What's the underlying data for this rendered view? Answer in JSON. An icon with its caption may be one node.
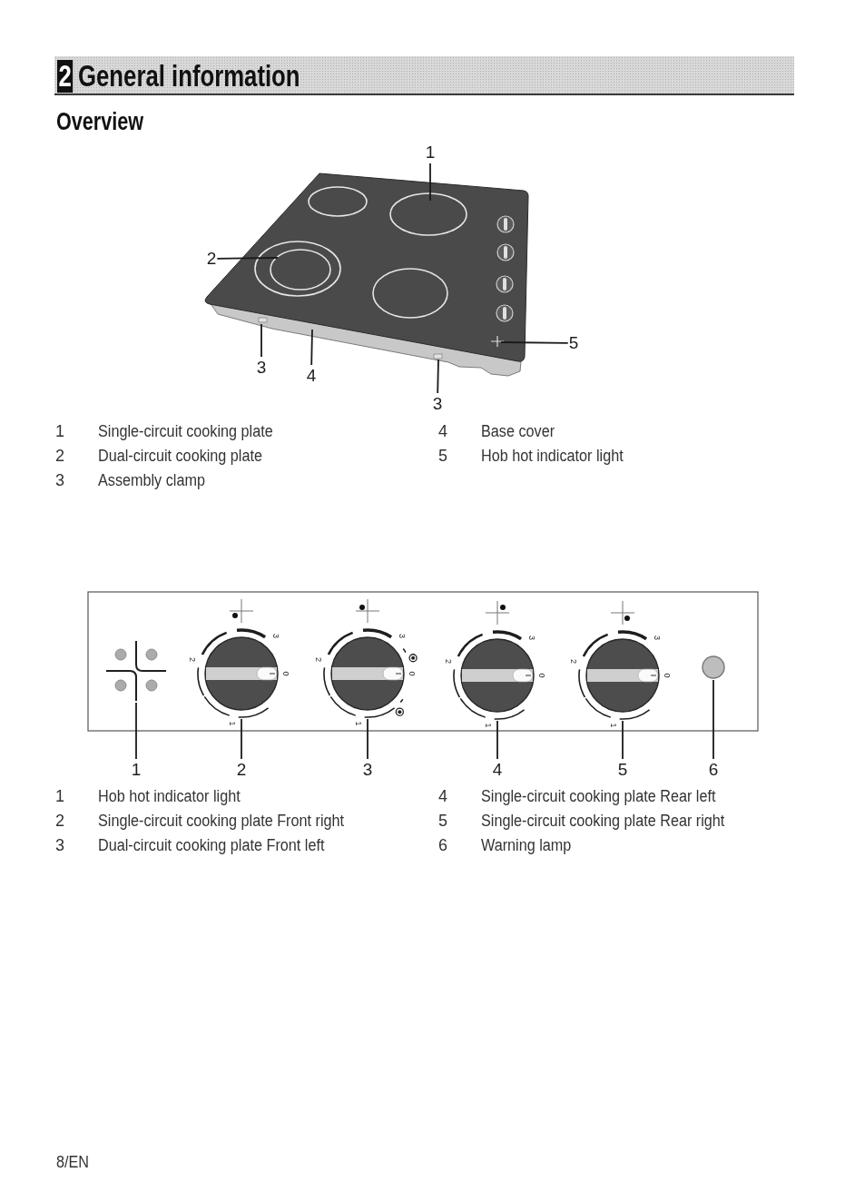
{
  "diagram": {
    "title": "General information",
    "nodes": [
      {
        "text": [
          "1"
        ]
      },
      {
        "text": [
          "2"
        ]
      },
      {
        "text": [
          "5"
        ]
      },
      {
        "text": [
          "3"
        ]
      },
      {
        "text": [
          "4"
        ]
      },
      {
        "text": [
          "3"
        ]
      },
      {
        "text": [],
        "shape": "picture"
      },
      {
        "text": [],
        "shape": "circle",
        "beside": [
          "3",
          "2",
          "0",
          "1"
        ]
      },
      {
        "text": [],
        "shape": "circle",
        "beside": [
          "3",
          "2",
          "0",
          "1"
        ]
      },
      {
        "text": [],
        "shape": "circle",
        "beside": [
          "3",
          "2",
          "0",
          "1"
        ]
      },
      {
        "text": [],
        "shape": "circle",
        "beside": [
          "3",
          "2",
          "0",
          "1"
        ]
      },
      {
        "text": [],
        "shape": "circle"
      },
      {
        "text": [
          "1"
        ]
      },
      {
        "text": [
          "2"
        ]
      },
      {
        "text": [
          "3"
        ]
      },
      {
        "text": [
          "4"
        ]
      },
      {
        "text": [
          "5"
        ]
      },
      {
        "text": [
          "6"
        ]
      }
    ],
    "edges": [
      {
        "from": 0,
        "to": null,
        "arrow": "none"
      },
      {
        "from": 1,
        "to": null,
        "arrow": "none"
      },
      {
        "from": 2,
        "to": null,
        "arrow": "none"
      },
      {
        "from": 3,
        "to": null,
        "arrow": "none"
      },
      {
        "from": 4,
        "to": null,
        "arrow": "none"
      },
      {
        "from": 5,
        "to": null,
        "arrow": "none"
      },
      {
        "from": 12,
        "to": 6,
        "arrow": "none"
      },
      {
        "from": 13,
        "to": 7,
        "arrow": "none"
      },
      {
        "from": 14,
        "to": 8,
        "arrow": "none"
      },
      {
        "from": 15,
        "to": 9,
        "arrow": "none"
      },
      {
        "from": 16,
        "to": 10,
        "arrow": "none"
      },
      {
        "from": 17,
        "to": 11,
        "arrow": "none"
      }
    ],
    "labels": [
      "2",
      "Overview",
      "1",
      "Single-circuit cooking plate",
      "4",
      "Base cover",
      "2",
      "Dual-circuit cooking plate",
      "5",
      "Hob hot indicator light",
      "3",
      "Assembly clamp",
      "1",
      "Hob hot indicator light",
      "4",
      "Single-circuit cooking plate Rear left",
      "2",
      "Single-circuit cooking plate Front right",
      "5",
      "Single-circuit cooking plate Rear right",
      "3",
      "Dual-circuit cooking plate Front left",
      "6",
      "Warning lamp",
      "8/EN"
    ]
  }
}
